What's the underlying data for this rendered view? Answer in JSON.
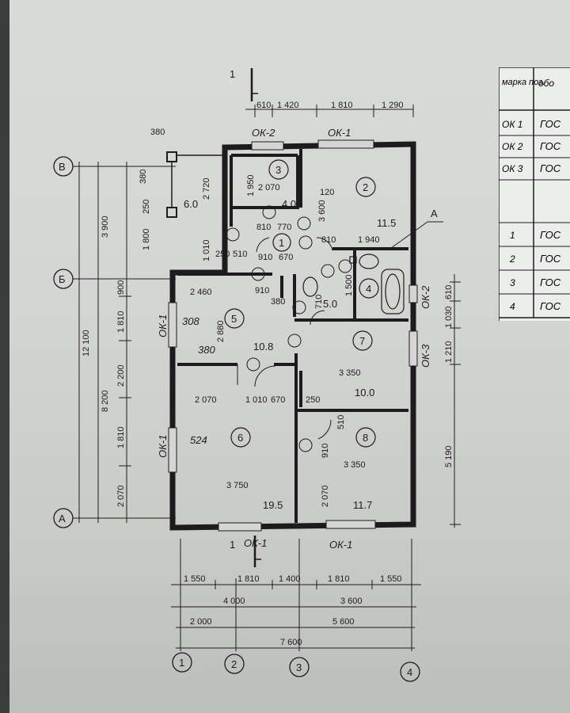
{
  "section": {
    "label": "1"
  },
  "axes_rows": [
    "В",
    "Б",
    "А"
  ],
  "axes_cols": [
    "1",
    "2",
    "3",
    "4"
  ],
  "dims_top": [
    "610",
    "1 420",
    "1 810",
    "1 290"
  ],
  "dims_left": [
    "12 100",
    "8 200",
    "3 900",
    "900",
    "1 810",
    "2 200",
    "1 810",
    "2 070"
  ],
  "dims_bottom_row1": [
    "1 550",
    "1 810",
    "1 400",
    "1 810",
    "1 550"
  ],
  "dims_bottom_row2": [
    "4 000",
    "3 600"
  ],
  "dims_bottom_row3": [
    "2 000",
    "5 600"
  ],
  "dims_bottom_row4": [
    "7 600"
  ],
  "dims_right": [
    "610",
    "1 030",
    "1 210",
    "5 190"
  ],
  "rooms": [
    {
      "num": "1",
      "area": ""
    },
    {
      "num": "2",
      "area": "11.5"
    },
    {
      "num": "3",
      "area": "4.0"
    },
    {
      "num": "4",
      "area": "5.0"
    },
    {
      "num": "5",
      "area": "10.8"
    },
    {
      "num": "6",
      "area": "19.5"
    },
    {
      "num": "7",
      "area": "10.0"
    },
    {
      "num": "8",
      "area": "11.7"
    }
  ],
  "terrace_area": "6.0",
  "windows": {
    "ok1": "ОК-1",
    "ok2": "ОК-2",
    "ok3": "ОК-3"
  },
  "callout": "А",
  "inner_dims": {
    "d380": "380",
    "d2720": "2 720",
    "d250": "250",
    "d1800": "1 800",
    "d1010": "1 010",
    "d1950": "1 950",
    "d2070": "2 070",
    "d120": "120",
    "d3600": "3 600",
    "d810": "810",
    "d770": "770",
    "d1940": "1 940",
    "d510": "510",
    "d910": "910",
    "d670": "670",
    "d2460": "2 460",
    "d2880": "2 880",
    "d1500": "1 500",
    "d710": "710",
    "d3350": "3 350",
    "d3750": "3 750",
    "d1010b": "1 010",
    "d5190": "5 190"
  },
  "handwritten": {
    "h1": "308",
    "h2": "380",
    "h3": "524"
  },
  "table": {
    "header_col1": "марка поз.",
    "header_col2": "обо",
    "rows": [
      {
        "mark": "ОК 1",
        "doc": "ГОС"
      },
      {
        "mark": "ОК 2",
        "doc": "ГОС"
      },
      {
        "mark": "ОК 3",
        "doc": "ГОС"
      },
      {
        "mark": "",
        "doc": ""
      },
      {
        "mark": "1",
        "doc": "ГОС"
      },
      {
        "mark": "2",
        "doc": "ГОС"
      },
      {
        "mark": "3",
        "doc": "ГОС"
      },
      {
        "mark": "4",
        "doc": "ГОС"
      }
    ]
  }
}
